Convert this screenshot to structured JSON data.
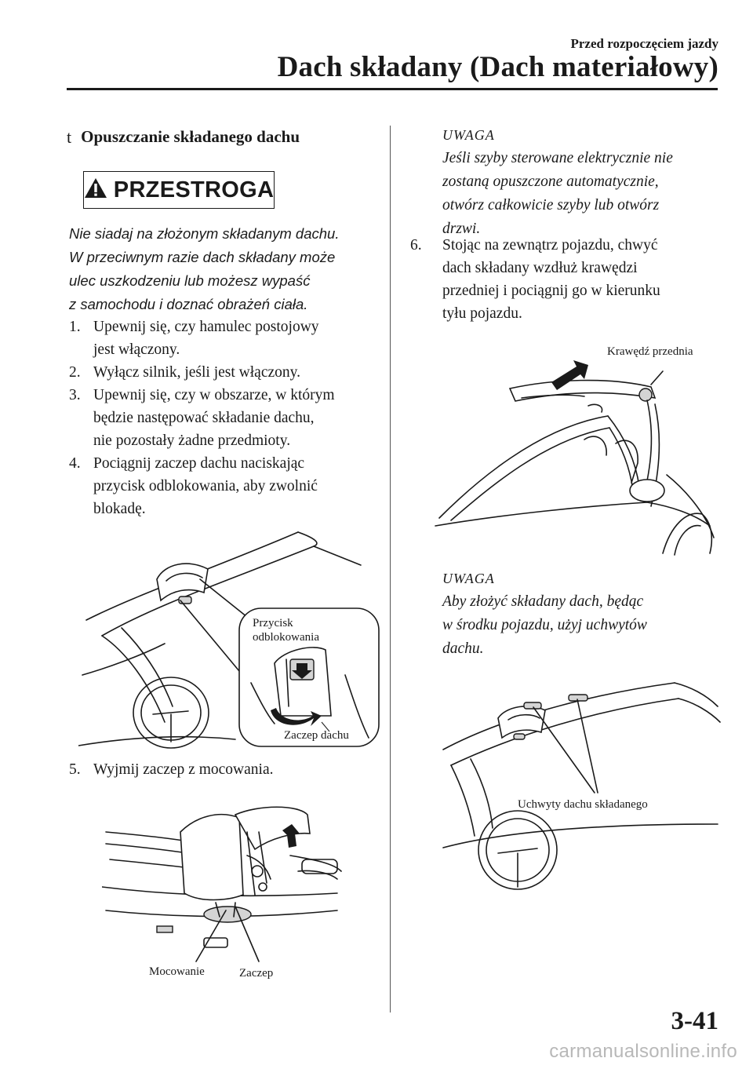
{
  "header": {
    "section": "Przed rozpoczęciem jazdy",
    "title": "Dach składany (Dach materiałowy)"
  },
  "section_heading": {
    "marker": "t",
    "text": "Opuszczanie składanego dachu"
  },
  "caution": {
    "icon": "warning-triangle-icon",
    "label": "PRZESTROGA",
    "lines": [
      "Nie siadaj na złożonym składanym dachu.",
      "W przeciwnym razie dach składany może",
      "ulec uszkodzeniu lub możesz wypaść",
      "z samochodu i doznać obrażeń ciała."
    ]
  },
  "steps": [
    {
      "num": "1.",
      "lines": [
        "Upewnij się, czy hamulec postojowy",
        "jest włączony."
      ]
    },
    {
      "num": "2.",
      "lines": [
        "Wyłącz silnik, jeśli jest włączony."
      ]
    },
    {
      "num": "3.",
      "lines": [
        "Upewnij się, czy w obszarze, w którym",
        "będzie następować składanie dachu,",
        "nie pozostały żadne przedmioty."
      ]
    },
    {
      "num": "4.",
      "lines": [
        "Pociągnij zaczep dachu naciskając",
        "przycisk odblokowania, aby zwolnić",
        "blokadę."
      ]
    },
    {
      "num": "5.",
      "lines": [
        "Wyjmij zaczep z mocowania."
      ]
    },
    {
      "num": "6.",
      "lines": [
        "Stojąc na zewnątrz pojazdu, chwyć",
        "dach składany wzdłuż krawędzi",
        "przedniej i pociągnij go w kierunku",
        "tyłu pojazdu."
      ]
    }
  ],
  "figures": {
    "fig1": {
      "label_button_1": "Przycisk",
      "label_button_2": "odblokowania",
      "label_latch": "Zaczep dachu"
    },
    "fig2": {
      "label_mount": "Mocowanie",
      "label_latch": "Zaczep"
    },
    "fig3": {
      "label_edge": "Krawędź przednia"
    },
    "fig4": {
      "label_handles": "Uchwyty dachu składanego"
    }
  },
  "notes": [
    {
      "heading": "UWAGA",
      "lines": [
        "Jeśli szyby sterowane elektrycznie nie",
        "zostaną opuszczone automatycznie,",
        "otwórz całkowicie szyby lub otwórz",
        "drzwi."
      ]
    },
    {
      "heading": "UWAGA",
      "lines": [
        "Aby złożyć składany dach, będąc",
        "w środku pojazdu, użyj uchwytów",
        "dachu."
      ]
    }
  ],
  "page_number": "3-41",
  "watermark": "carmanualsonline.info"
}
